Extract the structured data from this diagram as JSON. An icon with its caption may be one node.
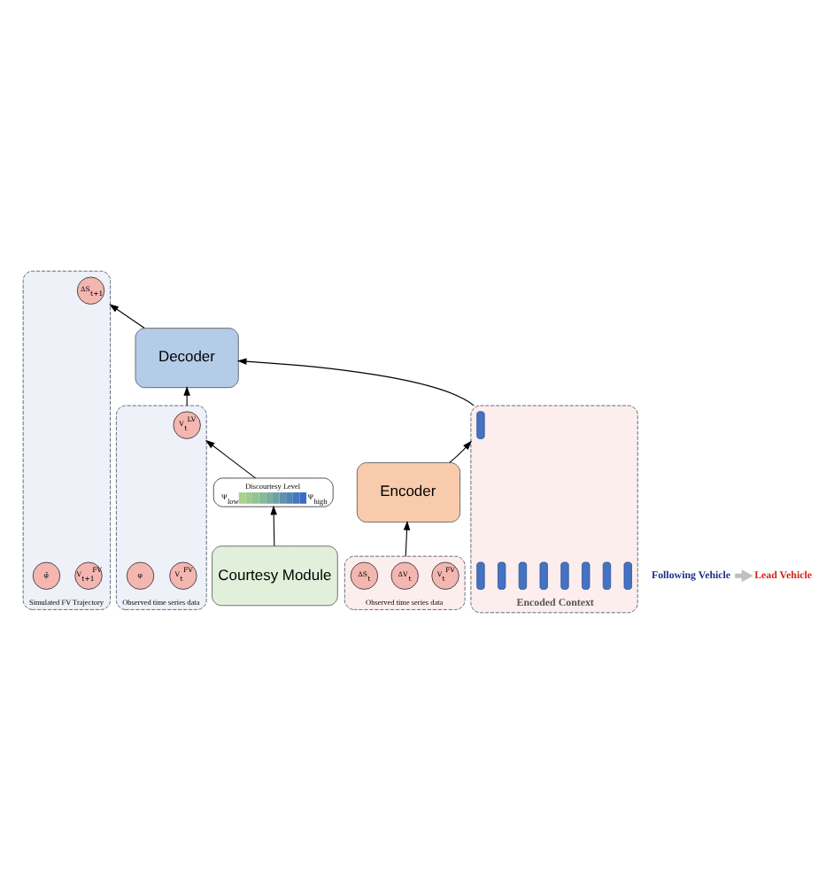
{
  "diagram": {
    "nodes": [
      {
        "text": [
          "Encoded Context"
        ]
      },
      {
        "text": [],
        "shape": "bar",
        "in": 0
      },
      {
        "text": [],
        "shape": "bar",
        "in": 0
      },
      {
        "text": [],
        "shape": "bar",
        "in": 0
      },
      {
        "text": [],
        "shape": "bar",
        "in": 0
      },
      {
        "text": [],
        "shape": "bar",
        "in": 0
      },
      {
        "text": [],
        "shape": "bar",
        "in": 0
      },
      {
        "text": [],
        "shape": "bar",
        "in": 0
      },
      {
        "text": [],
        "shape": "bar",
        "in": 0
      },
      {
        "text": [],
        "shape": "bar",
        "in": 0
      },
      {
        "text": [
          "Encoder"
        ]
      },
      {
        "text": [
          "Decoder"
        ]
      },
      {
        "text": [
          "Simulated FV Trajectory"
        ]
      },
      {
        "text": [
          "V$_{t+1}$$^{FV}$"
        ],
        "in": 12
      },
      {
        "text": [
          "ΔS$_{t+1}$"
        ],
        "in": 12
      },
      {
        "text": [
          "φ̃"
        ],
        "in": 12
      },
      {
        "text": [
          "Observed time series data"
        ]
      },
      {
        "text": [
          "V$_{t}$$^{FV}$"
        ],
        "in": 16
      },
      {
        "text": [
          "ΔV$_{t}$"
        ],
        "in": 16
      },
      {
        "text": [
          "ΔS$_{t}$"
        ],
        "in": 16
      },
      {
        "text": [
          "Observed time series data"
        ]
      },
      {
        "text": [
          "V$_{t}$$^{FV}$"
        ],
        "in": 20
      },
      {
        "text": [
          "V$_{t}$$^{LV}$"
        ],
        "in": 20
      },
      {
        "text": [
          "φ"
        ],
        "in": 20
      },
      {
        "text": [
          "Courtesy Module"
        ]
      },
      {
        "text": [
          "Discourtesy Level",
          "Ψ$_{low}$",
          "Ψ$_{high}$"
        ]
      },
      {
        "text": [
          "Following Vehicle"
        ]
      },
      {
        "text": [
          "Lead Vehicle"
        ]
      }
    ],
    "edges": [
      {
        "from": 16,
        "to": 10,
        "arrow": "to"
      },
      {
        "from": 10,
        "to": 0,
        "arrow": "to"
      },
      {
        "from": 0,
        "to": 11,
        "arrow": "to"
      },
      {
        "from": 11,
        "to": 12,
        "arrow": "to"
      },
      {
        "from": 20,
        "to": 11,
        "arrow": "to"
      },
      {
        "from": 24,
        "to": 25,
        "arrow": "to"
      },
      {
        "from": 25,
        "to": 20,
        "arrow": "to"
      },
      {
        "from": 26,
        "to": 27,
        "arrow": "to",
        "style": "thick",
        "color": "#bfbfbf"
      }
    ]
  }
}
